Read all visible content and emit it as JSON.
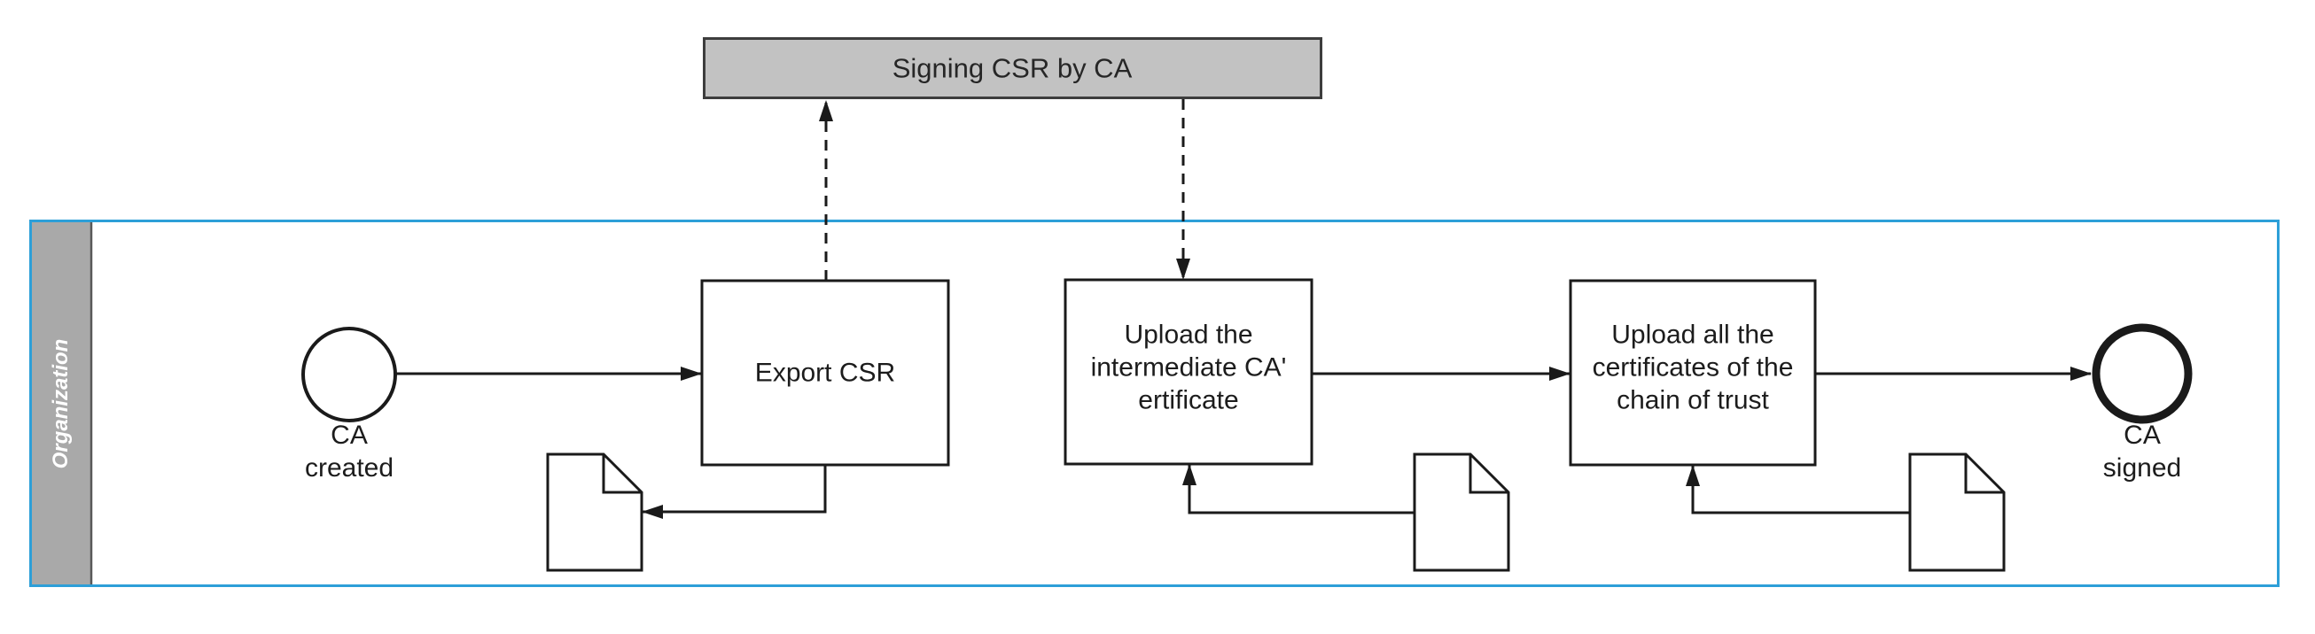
{
  "title_box": {
    "label": "Signing CSR by CA"
  },
  "lane": {
    "label": "Organization"
  },
  "start_event": {
    "lines": [
      "CA",
      "created"
    ]
  },
  "end_event": {
    "lines": [
      "CA",
      "signed"
    ]
  },
  "tasks": [
    {
      "lines": [
        "Export CSR"
      ]
    },
    {
      "lines": [
        "Upload the",
        "intermediate CA'",
        "ertificate"
      ]
    },
    {
      "lines": [
        "Upload all the",
        "certificates of the",
        "chain of trust"
      ]
    }
  ],
  "colors": {
    "pool_border": "#2d9fd8",
    "lane_band_fill": "#a9a9a9",
    "lane_band_edge": "#595959",
    "title_box_fill": "#c2c2c2",
    "title_box_border": "#3d3d3d",
    "shape_stroke": "#1a1a1a",
    "text": "#1c1c1c",
    "lane_label_text": "#ffffff",
    "background": "#ffffff"
  }
}
